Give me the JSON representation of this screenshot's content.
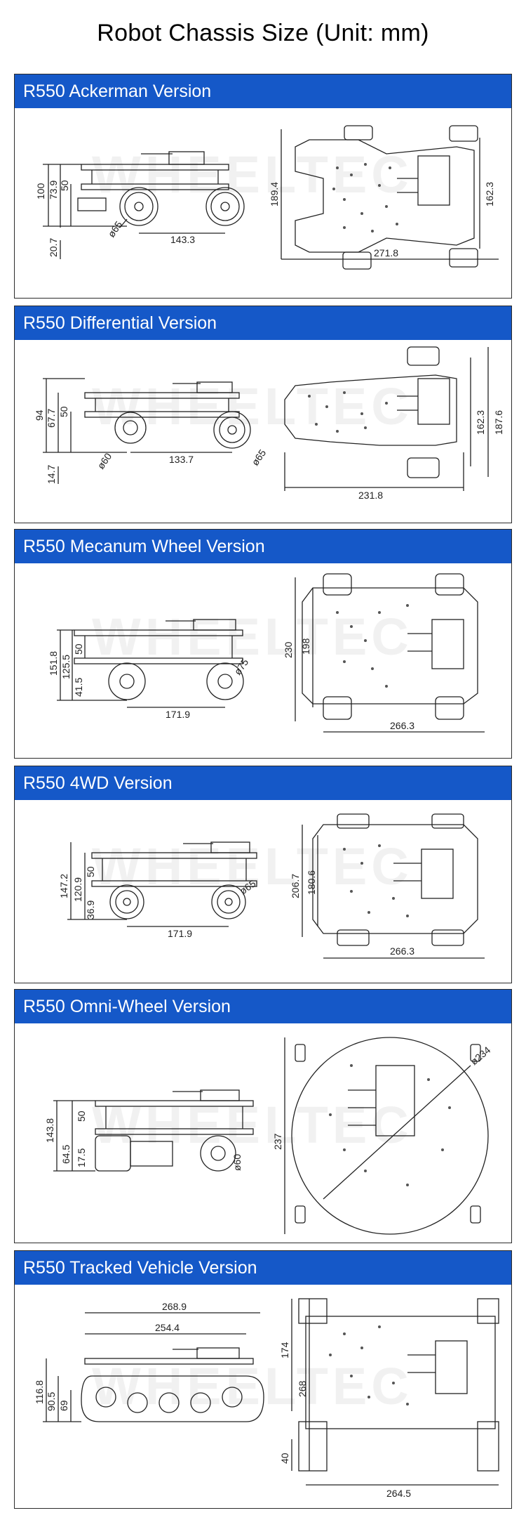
{
  "title": "Robot Chassis Size (Unit: mm)",
  "watermark": "WHEELTEC",
  "panels": [
    {
      "heading": "R550 Ackerman Version",
      "side": [
        "100",
        "73.9",
        "50",
        "20.7",
        "ø65",
        "143.3"
      ],
      "top": [
        "189.4",
        "162.3",
        "271.8"
      ]
    },
    {
      "heading": "R550 Differential Version",
      "side": [
        "94",
        "67.7",
        "50",
        "14.7",
        "ø60",
        "133.7",
        "ø65"
      ],
      "top": [
        "162.3",
        "187.6",
        "231.8"
      ]
    },
    {
      "heading": "R550 Mecanum Wheel Version",
      "side": [
        "151.8",
        "125.5",
        "50",
        "41.5",
        "ø75",
        "171.9"
      ],
      "top": [
        "230",
        "198",
        "266.3"
      ]
    },
    {
      "heading": "R550 4WD Version",
      "side": [
        "147.2",
        "120.9",
        "50",
        "36.9",
        "ø65",
        "171.9"
      ],
      "top": [
        "206.7",
        "180.6",
        "266.3"
      ]
    },
    {
      "heading": "R550 Omni-Wheel Version",
      "side": [
        "143.8",
        "50",
        "64.5",
        "17.5",
        "ø60"
      ],
      "top": [
        "237",
        "ø234"
      ]
    },
    {
      "heading": "R550 Tracked Vehicle Version",
      "side": [
        "268.9",
        "254.4",
        "116.8",
        "90.5",
        "69"
      ],
      "top": [
        "174",
        "268",
        "40",
        "264.5"
      ]
    }
  ]
}
